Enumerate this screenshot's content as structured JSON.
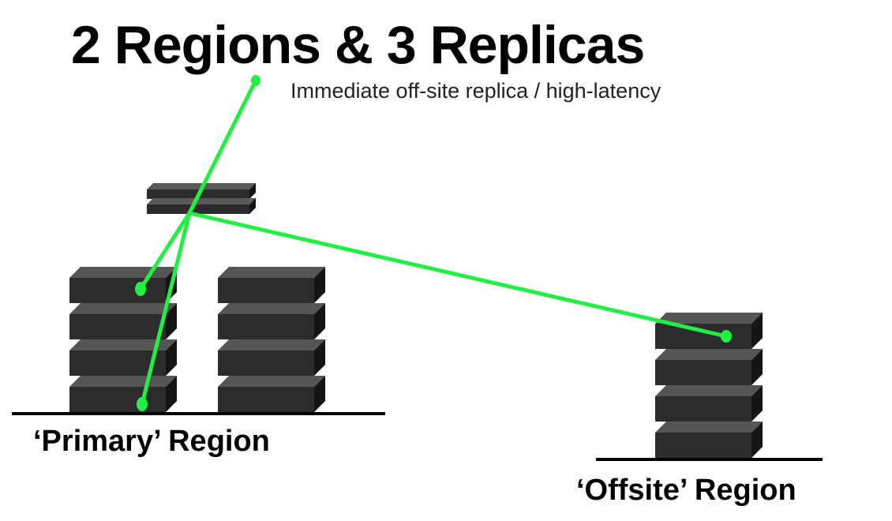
{
  "header": {
    "title": "2 Regions & 3 Replicas",
    "subtitle": "Immediate off-site replica / high-latency"
  },
  "regions": {
    "primary_label": "‘Primary’ Region",
    "offsite_label": "‘Offsite’ Region"
  },
  "colors": {
    "link": "#22ee44",
    "block_front": "#2b2b2b",
    "block_top": "#4a4a4a",
    "block_side": "#1a1a1a",
    "ground": "#000000"
  }
}
